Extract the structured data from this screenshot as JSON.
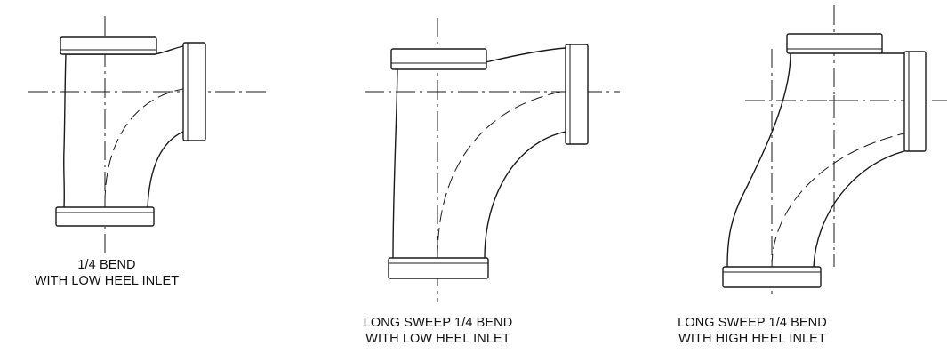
{
  "fittings": [
    {
      "caption_line1": "1/4 BEND",
      "caption_line2": "WITH LOW HEEL INLET"
    },
    {
      "caption_line1": "LONG SWEEP 1/4 BEND",
      "caption_line2": "WITH LOW HEEL INLET"
    },
    {
      "caption_line1": "LONG SWEEP 1/4 BEND",
      "caption_line2": "WITH HIGH HEEL INLET"
    }
  ],
  "colors": {
    "line": "#1a1a1a",
    "background": "#ffffff"
  }
}
